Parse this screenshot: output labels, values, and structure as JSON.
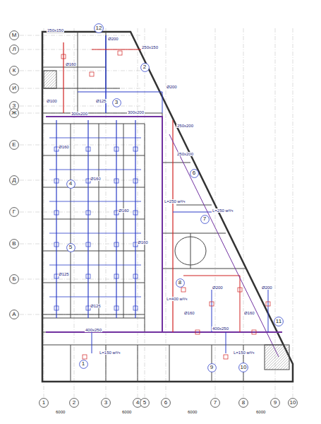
{
  "diagram": {
    "nodes": [
      {
        "text": [
          "1"
        ]
      },
      {
        "text": [
          "2"
        ]
      },
      {
        "text": [
          "3"
        ]
      },
      {
        "text": [
          "4"
        ]
      },
      {
        "text": [
          "5"
        ]
      },
      {
        "text": [
          "6"
        ]
      },
      {
        "text": [
          "7"
        ]
      },
      {
        "text": [
          "8"
        ]
      },
      {
        "text": [
          "9"
        ]
      },
      {
        "text": [
          "10"
        ]
      },
      {
        "text": [
          "М"
        ]
      },
      {
        "text": [
          "Л"
        ]
      },
      {
        "text": [
          "К"
        ]
      },
      {
        "text": [
          "И"
        ]
      },
      {
        "text": [
          "З"
        ]
      },
      {
        "text": [
          "Ж"
        ]
      },
      {
        "text": [
          "Е"
        ]
      },
      {
        "text": [
          "Д"
        ]
      },
      {
        "text": [
          "Г"
        ]
      },
      {
        "text": [
          "В"
        ]
      },
      {
        "text": [
          "Б"
        ]
      },
      {
        "text": [
          "А"
        ]
      },
      {
        "text": [
          "1"
        ]
      },
      {
        "text": [
          "2"
        ]
      },
      {
        "text": [
          "3"
        ]
      },
      {
        "text": [
          "4"
        ]
      },
      {
        "text": [
          "5"
        ]
      },
      {
        "text": [
          "6"
        ]
      },
      {
        "text": [
          "7"
        ]
      },
      {
        "text": [
          "8"
        ]
      },
      {
        "text": [
          "9"
        ]
      },
      {
        "text": [
          "10"
        ]
      },
      {
        "text": [
          "11"
        ]
      },
      {
        "text": [
          "12"
        ]
      }
    ],
    "labels": [
      "250x150",
      "Ø200",
      "250x150",
      "Ø160",
      "Ø200",
      "300x200",
      "300x200",
      "400x250",
      "400x250",
      "Ø160",
      "Ø160",
      "Ø160",
      "Ø160",
      "Ø125",
      "Ø125",
      "250x200",
      "250x200",
      "L=250 м³/ч",
      "L=250 м³/ч",
      "L=400 м³/ч",
      "L=150 м³/ч",
      "L=150 м³/ч",
      "Ø200",
      "Ø200",
      "Ø160",
      "Ø160",
      "Ø125",
      "Ø100",
      "6000",
      "6000",
      "6000",
      "6000"
    ]
  }
}
